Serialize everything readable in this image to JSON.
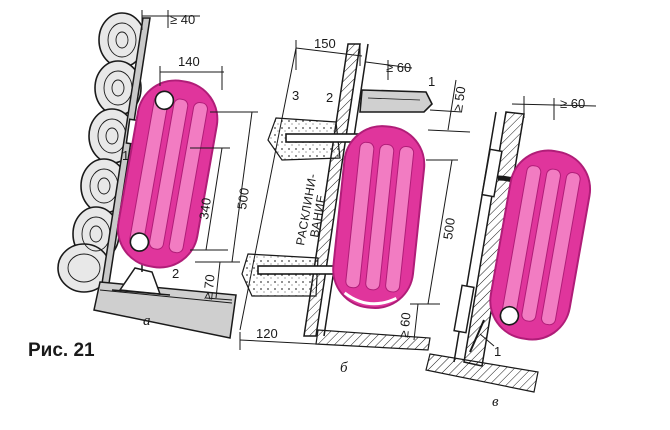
{
  "caption": "Рис. 21",
  "colors": {
    "radiator": "#e0359c",
    "radiator_dark": "#b01d78",
    "radiator_light": "#f27cc2",
    "line": "#1a1a1a",
    "wall_fill": "#c9c9c9",
    "log_fill": "#e8e8e8"
  },
  "panel_a": {
    "label": "а",
    "dims": {
      "gap": "≥ 40",
      "depth": "140",
      "height_inner": "340",
      "height_outer": "500",
      "floor": "≥ 70"
    },
    "callouts": {
      "one": "1",
      "two": "2"
    }
  },
  "panel_b": {
    "label": "б",
    "dims": {
      "depth": "150",
      "top_gap": "≥ 60",
      "sill_gap": "≥ 50",
      "height": "500",
      "floor": "≥ 60",
      "wall": "120"
    },
    "callouts": {
      "one": "1",
      "two": "2",
      "three": "3"
    },
    "note_line1": "РАСКЛИНИ-",
    "note_line2": "ВАНИЕ"
  },
  "panel_c": {
    "label": "в",
    "dims": {
      "top_gap": "≥ 60"
    },
    "callouts": {
      "one": "1"
    }
  }
}
